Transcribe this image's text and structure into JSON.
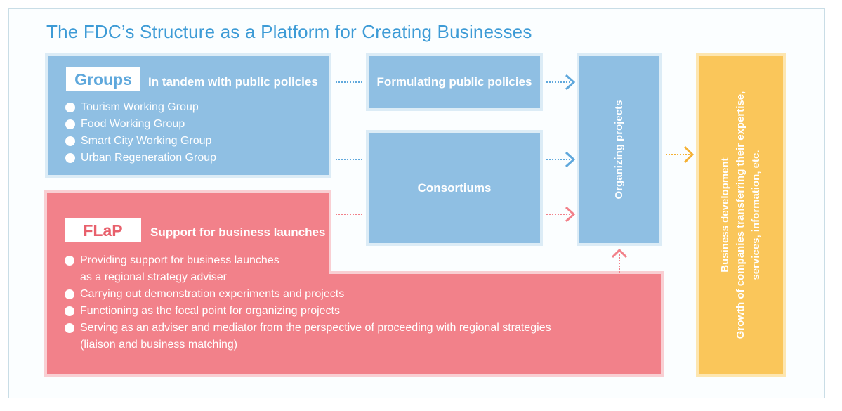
{
  "title": "The FDC’s Structure as a Platform for Creating Businesses",
  "groups": {
    "badge": "Groups",
    "heading": "In tandem with public policies",
    "items": [
      "Tourism Working Group",
      "Food Working Group",
      "Smart City Working Group",
      "Urban Regeneration Group"
    ]
  },
  "flap": {
    "badge": "FLaP",
    "heading": "Support for business launches",
    "items": [
      "Providing support for business launches",
      "as a regional strategy adviser",
      "Carrying out demonstration experiments and projects",
      "Functioning as the focal point for organizing projects",
      "Serving as an adviser and mediator from the perspective of proceeding with regional strategies",
      "(liaison and business matching)"
    ]
  },
  "formulating": "Formulating public policies",
  "consortiums": "Consortiums",
  "organizing": "Organizing projects",
  "business": {
    "line1": "Business development",
    "line2": "Growth of companies transferring their expertise,",
    "line3": "services, information, etc."
  },
  "colors": {
    "blue": "#8fbfe3",
    "pink": "#f2818a",
    "yellow": "#fac65a",
    "title": "#3d9bd6"
  }
}
